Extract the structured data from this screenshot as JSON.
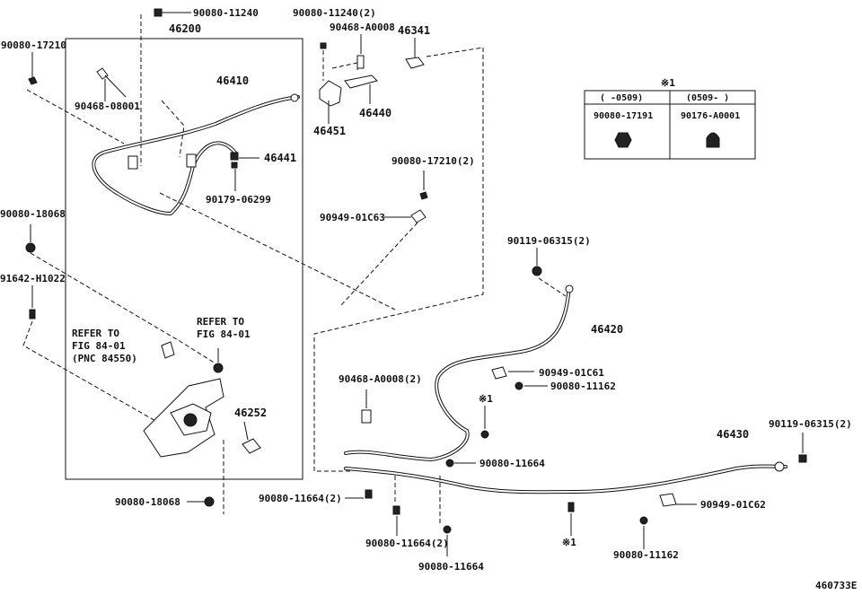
{
  "labels": {
    "p90080_11240_a": "90080-11240",
    "p46200": "46200",
    "p90080_11240_b": "90080-11240(2)",
    "p90468_a0008_a": "90468-A0008",
    "p46341": "46341",
    "p90080_17210_a": "90080-17210",
    "p46410": "46410",
    "p90468_08001": "90468-08001",
    "p46451": "46451",
    "p46440": "46440",
    "p46441": "46441",
    "p90179_06299": "90179-06299",
    "p90080_17210_b": "90080-17210(2)",
    "p90080_18068_a": "90080-18068",
    "p90949_01c63": "90949-01C63",
    "p90119_06315_a": "90119-06315(2)",
    "p91642_h1022": "91642-H1022",
    "refer1_l1": "REFER TO",
    "refer1_l2": "FIG 84-01",
    "refer1_l3": "(PNC 84550)",
    "refer2_l1": "REFER TO",
    "refer2_l2": "FIG 84-01",
    "p46420": "46420",
    "p90949_01c61": "90949-01C61",
    "p90080_11162_a": "90080-11162",
    "p90468_a0008_b": "90468-A0008(2)",
    "p46252": "46252",
    "note1_a": "※1",
    "p90119_06315_b": "90119-06315(2)",
    "p46430": "46430",
    "p90080_11664_a": "90080-11664",
    "p90080_18068_b": "90080-18068",
    "p90080_11664_b": "90080-11664(2)",
    "p90949_01c62": "90949-01C62",
    "p90080_11664_c": "90080-11664(2)",
    "note1_b": "※1",
    "p90080_11162_b": "90080-11162",
    "p90080_11664_d": "90080-11664",
    "figure_code": "460733E"
  },
  "table": {
    "title": "※1",
    "headers": [
      "(   -0509)",
      "(0509-    )"
    ],
    "parts": [
      "90080-17191",
      "90176-A0001"
    ]
  }
}
